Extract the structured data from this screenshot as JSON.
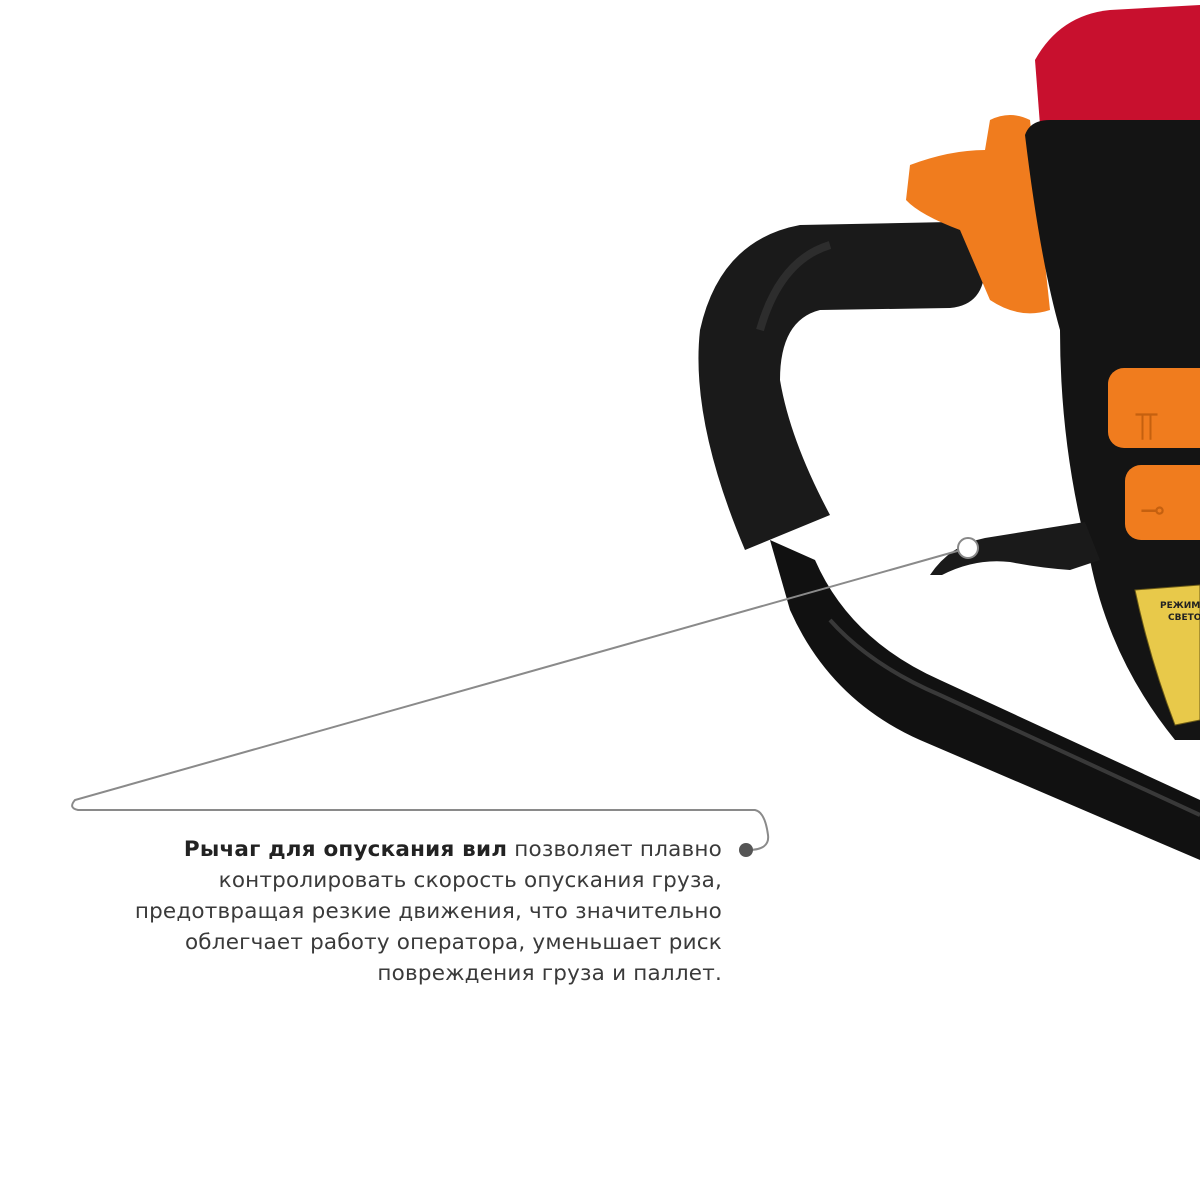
{
  "callout": {
    "title": "Рычаг для опускания вил",
    "text": " позволяет плавно контролировать скорость опускания груза, предотвращая резкие движения, что значительно облегчает работу оператора, уменьшает риск повреждения груза и паллет."
  },
  "sticker": {
    "line1": "РЕЖИМ",
    "line2": "СВЕТО"
  },
  "colors": {
    "seat": "#c8102e",
    "orange": "#f07c1e",
    "body": "#141414",
    "callout_line": "#888888",
    "sticker": "#e8c94a"
  }
}
